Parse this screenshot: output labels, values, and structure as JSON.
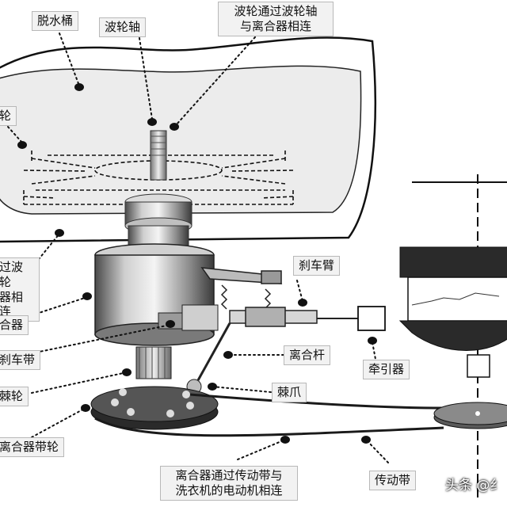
{
  "labels": {
    "dewater_tub": "脱水桶",
    "pulsator_shaft": "波轮轴",
    "pulsator_via_shaft": "波轮通过波轮轴\n与离合器相连",
    "pulsator_cut": "轮",
    "pulsator_via_cut": "过波轮\n器相连",
    "clutch": "合器",
    "brake_band": "刹车带",
    "ratchet": "棘轮",
    "clutch_pulley": "离合器带轮",
    "brake_arm": "刹车臂",
    "clutch_lever": "离合杆",
    "traction": "牵引器",
    "pawl": "棘爪",
    "clutch_via_belt": "离合器通过传动带与\n洗衣机的电动机相连",
    "belt": "传动带"
  },
  "watermark": "头条 @纟"
}
